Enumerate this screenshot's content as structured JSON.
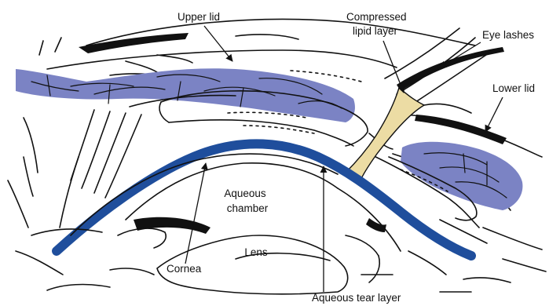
{
  "labels": {
    "upper_lid": "Upper lid",
    "compressed_lipid_line1": "Compressed",
    "compressed_lipid_line2": "lipid layer",
    "eye_lashes": "Eye lashes",
    "lower_lid": "Lower lid",
    "aqueous_chamber_line1": "Aqueous",
    "aqueous_chamber_line2": "chamber",
    "lens": "Lens",
    "cornea": "Cornea",
    "aqueous_tear_layer": "Aqueous tear layer"
  },
  "colors": {
    "lid_tissue": "#7b83c4",
    "tear_layer": "#1f4e9c",
    "lipid_layer": "#ecdca4",
    "line": "#111111",
    "background": "#ffffff"
  }
}
